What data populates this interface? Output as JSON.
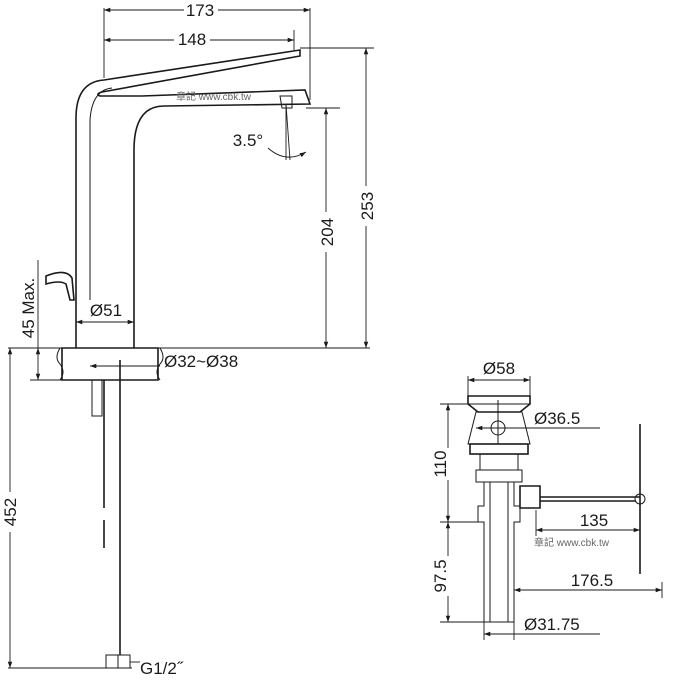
{
  "watermark": "章記 www.cbk.tw",
  "faucet": {
    "dims": {
      "width_total": "173",
      "width_spout": "148",
      "angle": "3.5°",
      "height_spout": "204",
      "height_total": "253",
      "base_dia": "Ø51",
      "deck_thickness": "45 Max.",
      "hole_dia": "Ø32~Ø38",
      "hose_length": "452",
      "thread": "G1/2˝"
    }
  },
  "drain": {
    "dims": {
      "cap_dia": "Ø58",
      "body_dia": "Ø36.5",
      "height_upper": "110",
      "rod_len_1": "135",
      "height_lower": "97.5",
      "rod_len_2": "176.5",
      "pipe_dia": "Ø31.75"
    }
  }
}
